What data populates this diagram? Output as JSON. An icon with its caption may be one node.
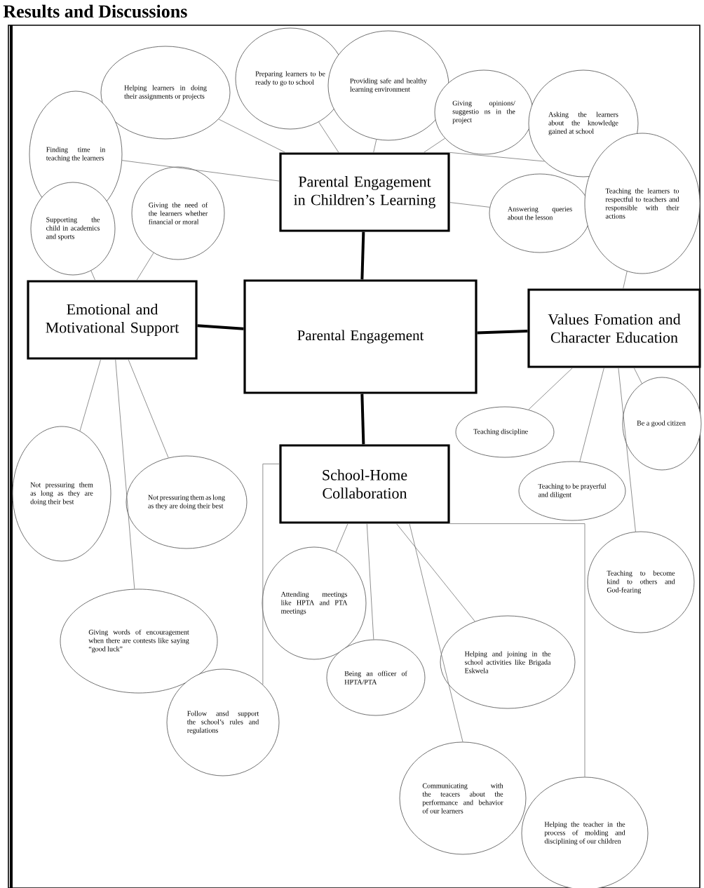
{
  "diagram": {
    "title": "Results and Discussions",
    "nodes": [
      {
        "text": [
          "Parental Engagement"
        ]
      },
      {
        "text": [
          "Parental Engagement in Children’s Learning"
        ]
      },
      {
        "text": [
          "Emotional and Motivational Support"
        ]
      },
      {
        "text": [
          "Values Fomation and Character Education"
        ]
      },
      {
        "text": [
          "School-Home Collaboration"
        ]
      },
      {
        "text": [
          "Helping learners in doing their assignments or projects"
        ]
      },
      {
        "text": [
          "Preparing learners to be ready to go to school"
        ]
      },
      {
        "text": [
          "Providing safe and healthy learning environment"
        ]
      },
      {
        "text": [
          "Giving opinions/ suggestio ns in the project"
        ]
      },
      {
        "text": [
          "Asking the learners about the knowledge gained at school"
        ]
      },
      {
        "text": [
          "Finding time in teaching the learners"
        ]
      },
      {
        "text": [
          "Giving the need of the learners whether financial or moral"
        ]
      },
      {
        "text": [
          "Supporting the child in academics and sports"
        ]
      },
      {
        "text": [
          "Answering queries about the lesson"
        ]
      },
      {
        "text": [
          "Teaching the learners to respectful to teachers and responsible with their actions"
        ]
      },
      {
        "text": [
          "Not pressuring them as long as they are doing their best"
        ]
      },
      {
        "text": [
          "Not pressuring them as long as they are doing their best"
        ]
      },
      {
        "text": [
          "Giving words of encouragement when there are contests like saying “good luck”"
        ]
      },
      {
        "text": [
          "Teaching discipline"
        ]
      },
      {
        "text": [
          "Be a good citizen"
        ]
      },
      {
        "text": [
          "Teaching to be prayerful and diligent"
        ]
      },
      {
        "text": [
          "Teaching to become kind to others and God-fearing"
        ]
      },
      {
        "text": [
          "Attending meetings like HPTA and PTA meetings"
        ]
      },
      {
        "text": [
          "Being an officer of HPTA/PTA"
        ]
      },
      {
        "text": [
          "Helping and joining in the school activities like Brigada Eskwela"
        ]
      },
      {
        "text": [
          "Follow ansd support the school’s rules and regulations"
        ]
      },
      {
        "text": [
          "Communicating with the teacers about the performance and behavior of our learners"
        ]
      },
      {
        "text": [
          "Helping the teacher in the process of molding and disciplining of our children"
        ]
      }
    ],
    "edges": [
      {
        "from": 0,
        "to": 1,
        "arrow": "none",
        "style": "thick",
        "color": "#000000"
      },
      {
        "from": 0,
        "to": 2,
        "arrow": "none",
        "style": "thick",
        "color": "#000000"
      },
      {
        "from": 0,
        "to": 3,
        "arrow": "none",
        "style": "thick",
        "color": "#000000"
      },
      {
        "from": 0,
        "to": 4,
        "arrow": "none",
        "style": "thick",
        "color": "#000000"
      },
      {
        "from": 1,
        "to": 5,
        "arrow": "none"
      },
      {
        "from": 1,
        "to": 6,
        "arrow": "none"
      },
      {
        "from": 1,
        "to": 7,
        "arrow": "none"
      },
      {
        "from": 1,
        "to": 8,
        "arrow": "none"
      },
      {
        "from": 1,
        "to": 9,
        "arrow": "none"
      },
      {
        "from": 1,
        "to": 10,
        "arrow": "none"
      },
      {
        "from": 1,
        "to": 13,
        "arrow": "none"
      },
      {
        "from": 2,
        "to": 11,
        "arrow": "none"
      },
      {
        "from": 2,
        "to": 12,
        "arrow": "none"
      },
      {
        "from": 3,
        "to": 14,
        "arrow": "none"
      },
      {
        "from": 2,
        "to": 15,
        "arrow": "none"
      },
      {
        "from": 2,
        "to": 17,
        "arrow": "none"
      },
      {
        "from": 2,
        "to": 16,
        "arrow": "none"
      },
      {
        "from": 3,
        "to": 18,
        "arrow": "none"
      },
      {
        "from": 3,
        "to": 20,
        "arrow": "none"
      },
      {
        "from": 3,
        "to": 19,
        "arrow": "none"
      },
      {
        "from": 3,
        "to": 21,
        "arrow": "none"
      },
      {
        "from": 4,
        "to": 22,
        "arrow": "none"
      },
      {
        "from": 4,
        "to": 23,
        "arrow": "none"
      },
      {
        "from": 4,
        "to": 24,
        "arrow": "none"
      },
      {
        "from": 4,
        "to": 26,
        "arrow": "none"
      },
      {
        "from": 4,
        "to": 25,
        "arrow": "none"
      },
      {
        "from": 4,
        "to": 27,
        "arrow": "none"
      }
    ]
  }
}
